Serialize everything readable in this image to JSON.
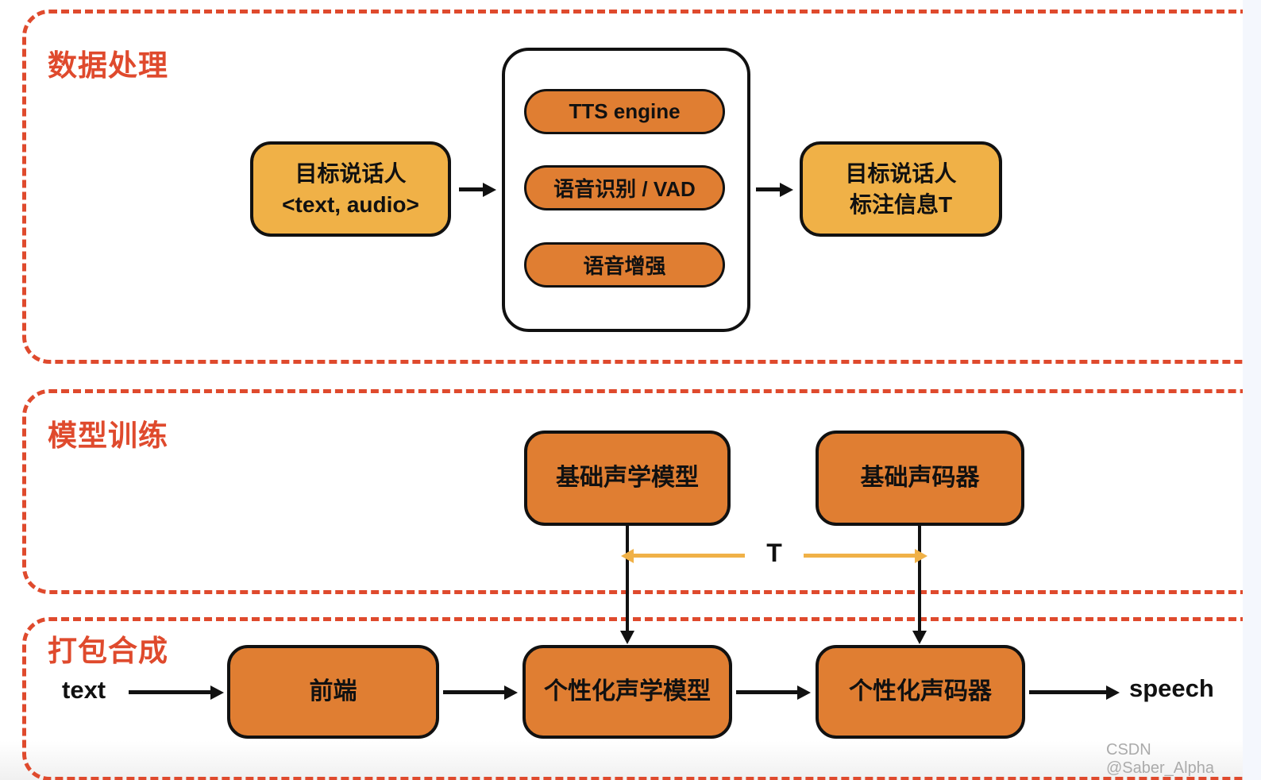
{
  "colors": {
    "accent_red": "#DF4A2D",
    "box_orange": "#E07E32",
    "box_yellow": "#F0B147",
    "outline_black": "#111111",
    "watermark_gray": "#ABABAB"
  },
  "watermark": "CSDN @Saber_Alpha",
  "sections": {
    "data_processing": {
      "title": "数据处理",
      "input_node": {
        "line1": "目标说话人",
        "line2": "<text, audio>"
      },
      "pipeline": [
        "TTS engine",
        "语音识别 / VAD",
        "语音增强"
      ],
      "output_node": {
        "line1": "目标说话人",
        "line2": "标注信息T"
      }
    },
    "model_training": {
      "title": "模型训练",
      "acoustic_model": "基础声学模型",
      "vocoder": "基础声码器",
      "transfer_label": "T"
    },
    "packaging": {
      "title": "打包合成",
      "input_label": "text",
      "frontend": "前端",
      "acoustic_model": "个性化声学模型",
      "vocoder": "个性化声码器",
      "output_label": "speech"
    }
  }
}
